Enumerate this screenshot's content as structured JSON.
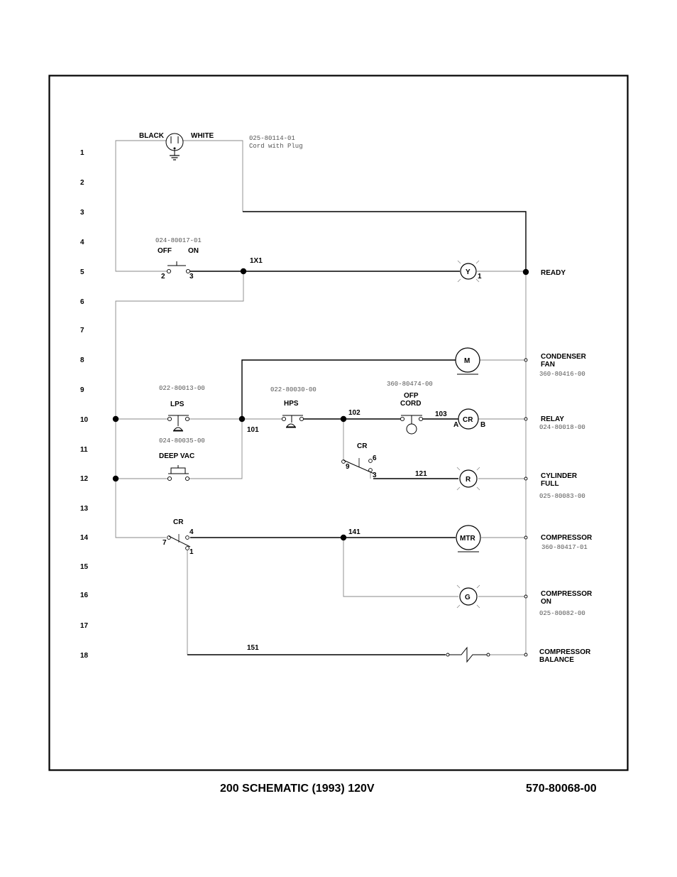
{
  "rows": [
    "1",
    "2",
    "3",
    "4",
    "5",
    "6",
    "7",
    "8",
    "9",
    "10",
    "11",
    "12",
    "13",
    "14",
    "15",
    "16",
    "17",
    "18"
  ],
  "plug": {
    "black": "BLACK",
    "white": "WHITE",
    "part": "025-80114-01",
    "desc": "Cord with Plug"
  },
  "switch": {
    "part": "024-80017-01",
    "off": "OFF",
    "on": "ON",
    "t2": "2",
    "t3": "3"
  },
  "nodes": {
    "n1x1": "1X1",
    "n101": "101",
    "n102": "102",
    "n103": "103",
    "n121": "121",
    "n141": "141",
    "n151": "151"
  },
  "lps": {
    "part": "022-80013-00",
    "label": "LPS"
  },
  "hps": {
    "part": "022-80030-00",
    "label": "HPS"
  },
  "ofp": {
    "part": "360-80474-00",
    "label1": "OFP",
    "label2": "CORD"
  },
  "deepvac": {
    "part": "024-80035-00",
    "label": "DEEP VAC"
  },
  "cr_contact_1": {
    "label": "CR",
    "t6": "6",
    "t9": "9",
    "t3": "3"
  },
  "cr_contact_2": {
    "label": "CR",
    "t4": "4",
    "t7": "7",
    "t1": "1"
  },
  "components": {
    "y": "Y",
    "y_t1": "1",
    "m": "M",
    "cr": "CR",
    "cr_a": "A",
    "cr_b": "B",
    "r": "R",
    "mtr": "MTR",
    "g": "G"
  },
  "right_labels": {
    "ready": "READY",
    "condenser_1": "CONDENSER",
    "condenser_2": "FAN",
    "condenser_part": "360-80416-00",
    "relay": "RELAY",
    "relay_part": "024-80018-00",
    "cylinder_1": "CYLINDER",
    "cylinder_2": "FULL",
    "cylinder_part": "025-80083-00",
    "compressor": "COMPRESSOR",
    "compressor_part": "360-80417-01",
    "comp_on_1": "COMPRESSOR",
    "comp_on_2": "ON",
    "comp_on_part": "025-80082-00",
    "comp_bal_1": "COMPRESSOR",
    "comp_bal_2": "BALANCE"
  },
  "footer": {
    "title": "200 SCHEMATIC (1993) 120V",
    "doc_number": "570-80068-00"
  }
}
